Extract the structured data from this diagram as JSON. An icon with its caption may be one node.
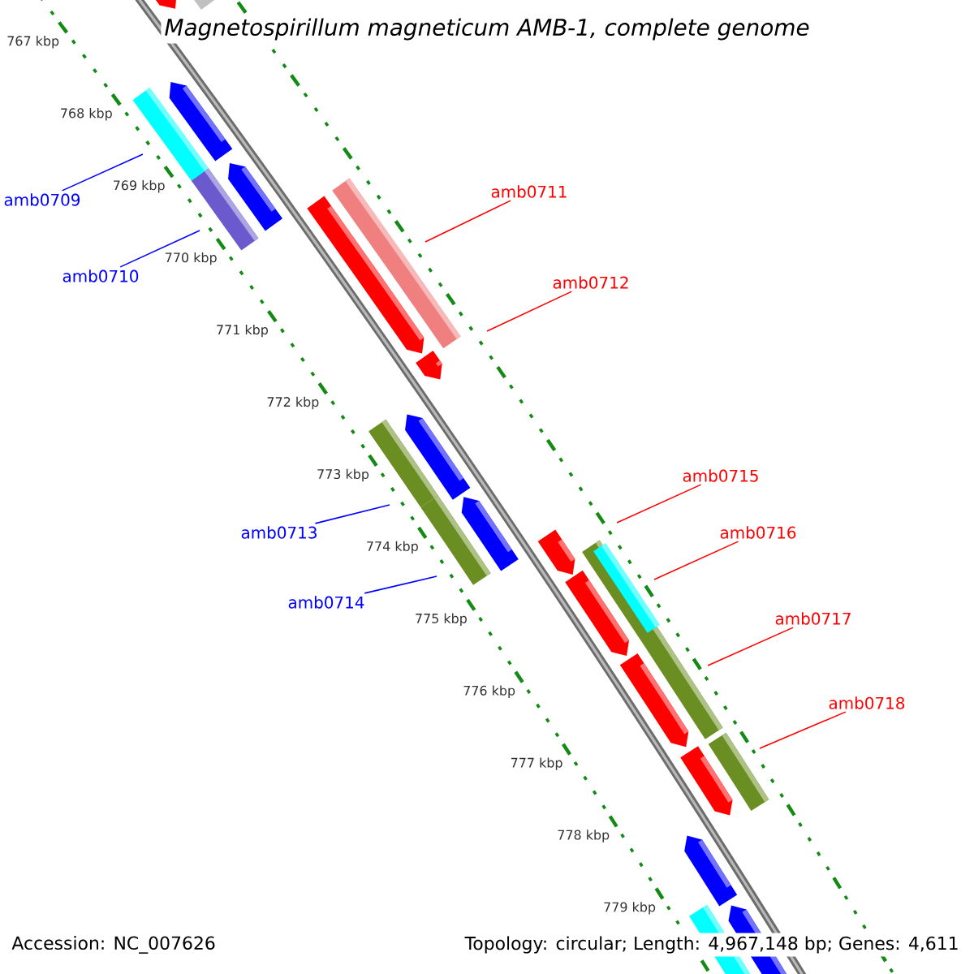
{
  "diagram": {
    "title": "Magnetospirillum magneticum AMB-1, complete genome",
    "nodes": [
      {
        "text": [
          "amb0709"
        ]
      },
      {
        "text": [
          "amb0710"
        ]
      },
      {
        "text": [
          "amb0711"
        ]
      },
      {
        "text": [
          "amb0712"
        ]
      },
      {
        "text": [
          "amb0713"
        ]
      },
      {
        "text": [
          "amb0714"
        ]
      },
      {
        "text": [
          "amb0715"
        ]
      },
      {
        "text": [
          "amb0716"
        ]
      },
      {
        "text": [
          "amb0717"
        ]
      },
      {
        "text": [
          "amb0718"
        ]
      }
    ],
    "edges": [
      {
        "from": 0,
        "to": null,
        "arrow": "none",
        "color": "#0000ff"
      },
      {
        "from": 1,
        "to": null,
        "arrow": "none",
        "color": "#0000ff"
      },
      {
        "from": 2,
        "to": null,
        "arrow": "none"
      },
      {
        "from": 3,
        "to": null,
        "arrow": "none"
      },
      {
        "from": 4,
        "to": null,
        "arrow": "none",
        "color": "#0000ff"
      },
      {
        "from": 5,
        "to": null,
        "arrow": "none",
        "color": "#0000ff"
      },
      {
        "from": 6,
        "to": null,
        "arrow": "none"
      },
      {
        "from": 7,
        "to": null,
        "arrow": "none"
      },
      {
        "from": 8,
        "to": null,
        "arrow": "none"
      },
      {
        "from": 9,
        "to": null,
        "arrow": "none"
      }
    ],
    "labels": [
      "767 kbp",
      "768 kbp",
      "769 kbp",
      "770 kbp",
      "771 kbp",
      "772 kbp",
      "773 kbp",
      "774 kbp",
      "775 kbp",
      "776 kbp",
      "777 kbp",
      "778 kbp",
      "779 kbp",
      "Accession: NC_007626",
      "Topology: circular; Length: 4,967,148 bp; Genes: 4,611"
    ]
  }
}
